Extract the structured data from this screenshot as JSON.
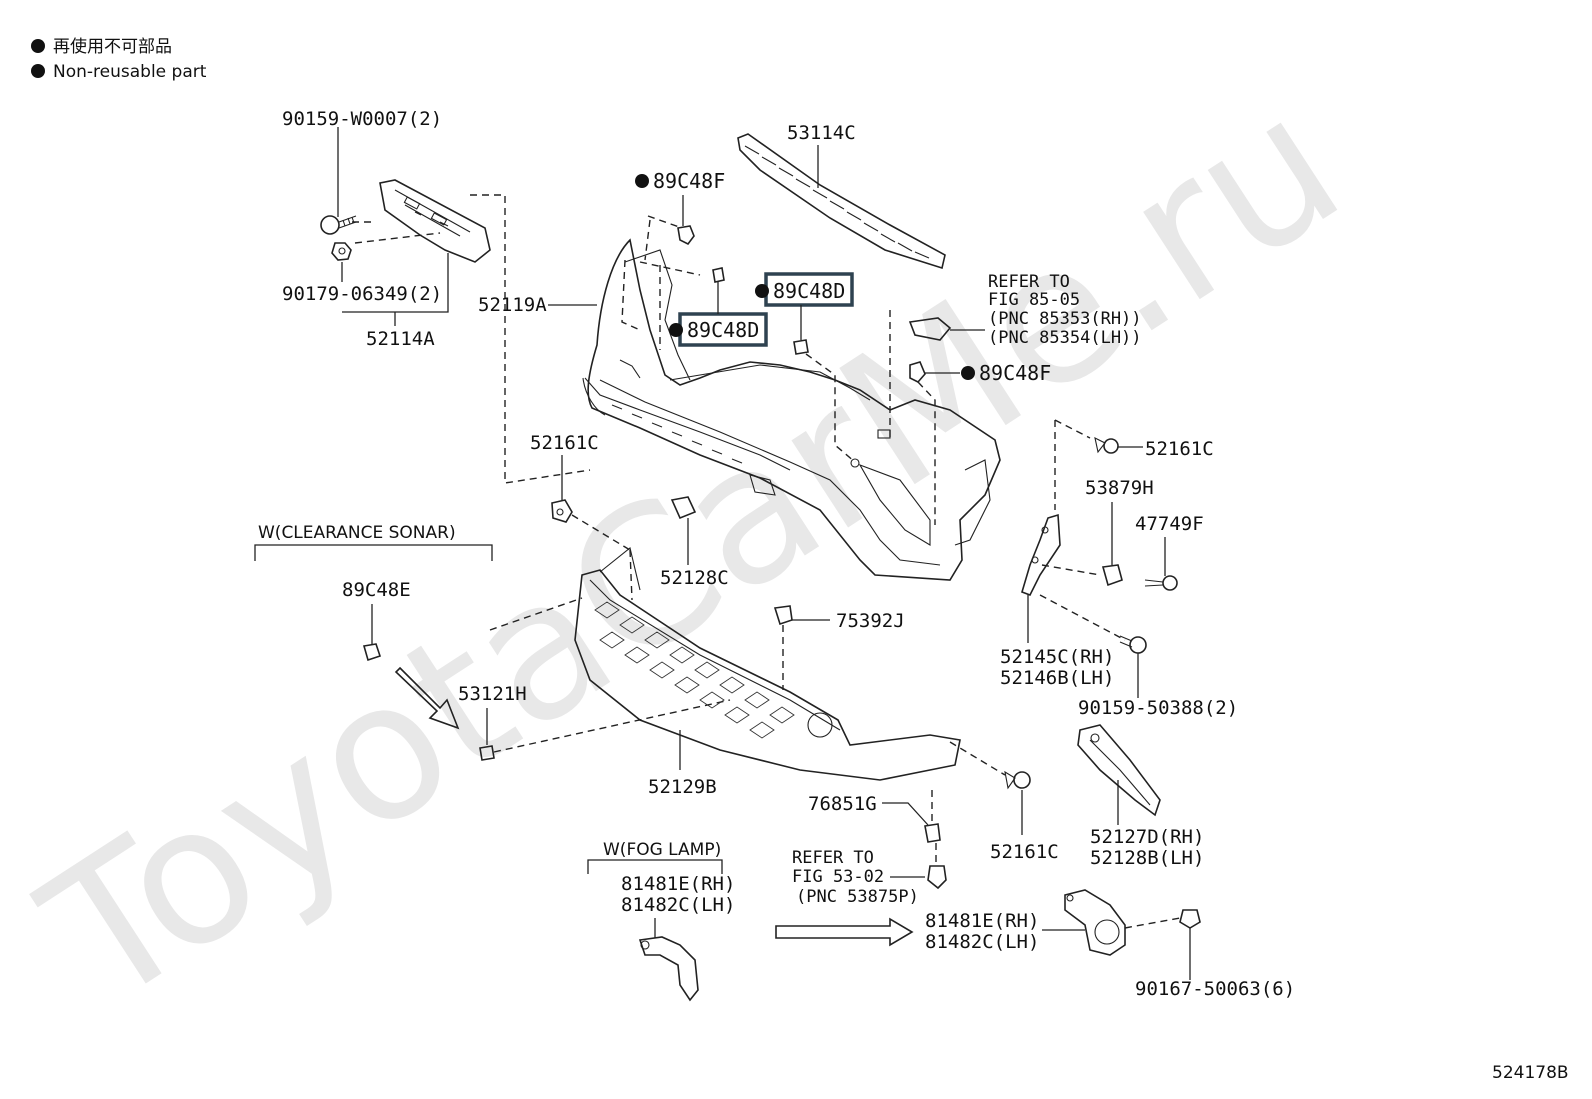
{
  "legend": [
    {
      "text": "再使用不可部品"
    },
    {
      "text": "Non-reusable part"
    }
  ],
  "watermark": "ToyotaCarMe.ru",
  "diagram_id": "524178B",
  "parts": {
    "p90159_w0007": "90159-W0007(2)",
    "p90179_06349": "90179-06349(2)",
    "p52114a": "52114A",
    "p52119a": "52119A",
    "p89c48f_top": "89C48F",
    "p89c48d_left": "89C48D",
    "p89c48d_right": "89C48D",
    "p53114c": "53114C",
    "p89c48f_right": "89C48F",
    "p52161c_left": "52161C",
    "p52161c_right": "52161C",
    "p52161c_bottom": "52161C",
    "p53879h": "53879H",
    "p47749f": "47749F",
    "p52128c": "52128C",
    "p75392j": "75392J",
    "p89c48e": "89C48E",
    "p53121h": "53121H",
    "p52129b": "52129B",
    "p52145c": "52145C(RH)",
    "p52146b": "52146B(LH)",
    "p90159_50388": "90159-50388(2)",
    "p52127d": "52127D(RH)",
    "p52128b": "52128B(LH)",
    "p76851g": "76851G",
    "p81481e_left": "81481E(RH)",
    "p81482c_left": "81482C(LH)",
    "p81481e_right": "81481E(RH)",
    "p81482c_right": "81482C(LH)",
    "p90167_50063": "90167-50063(6)"
  },
  "groups": {
    "clearance_sonar": "W(CLEARANCE SONAR)",
    "fog_lamp": "W(FOG LAMP)"
  },
  "refer_fig85": [
    "REFER TO",
    "FIG 85-05",
    "(PNC 85353(RH))",
    "(PNC 85354(LH))"
  ],
  "refer_fig53": [
    "REFER TO",
    "FIG 53-02",
    "(PNC 53875P)"
  ],
  "highlight_color": "#2e4250"
}
